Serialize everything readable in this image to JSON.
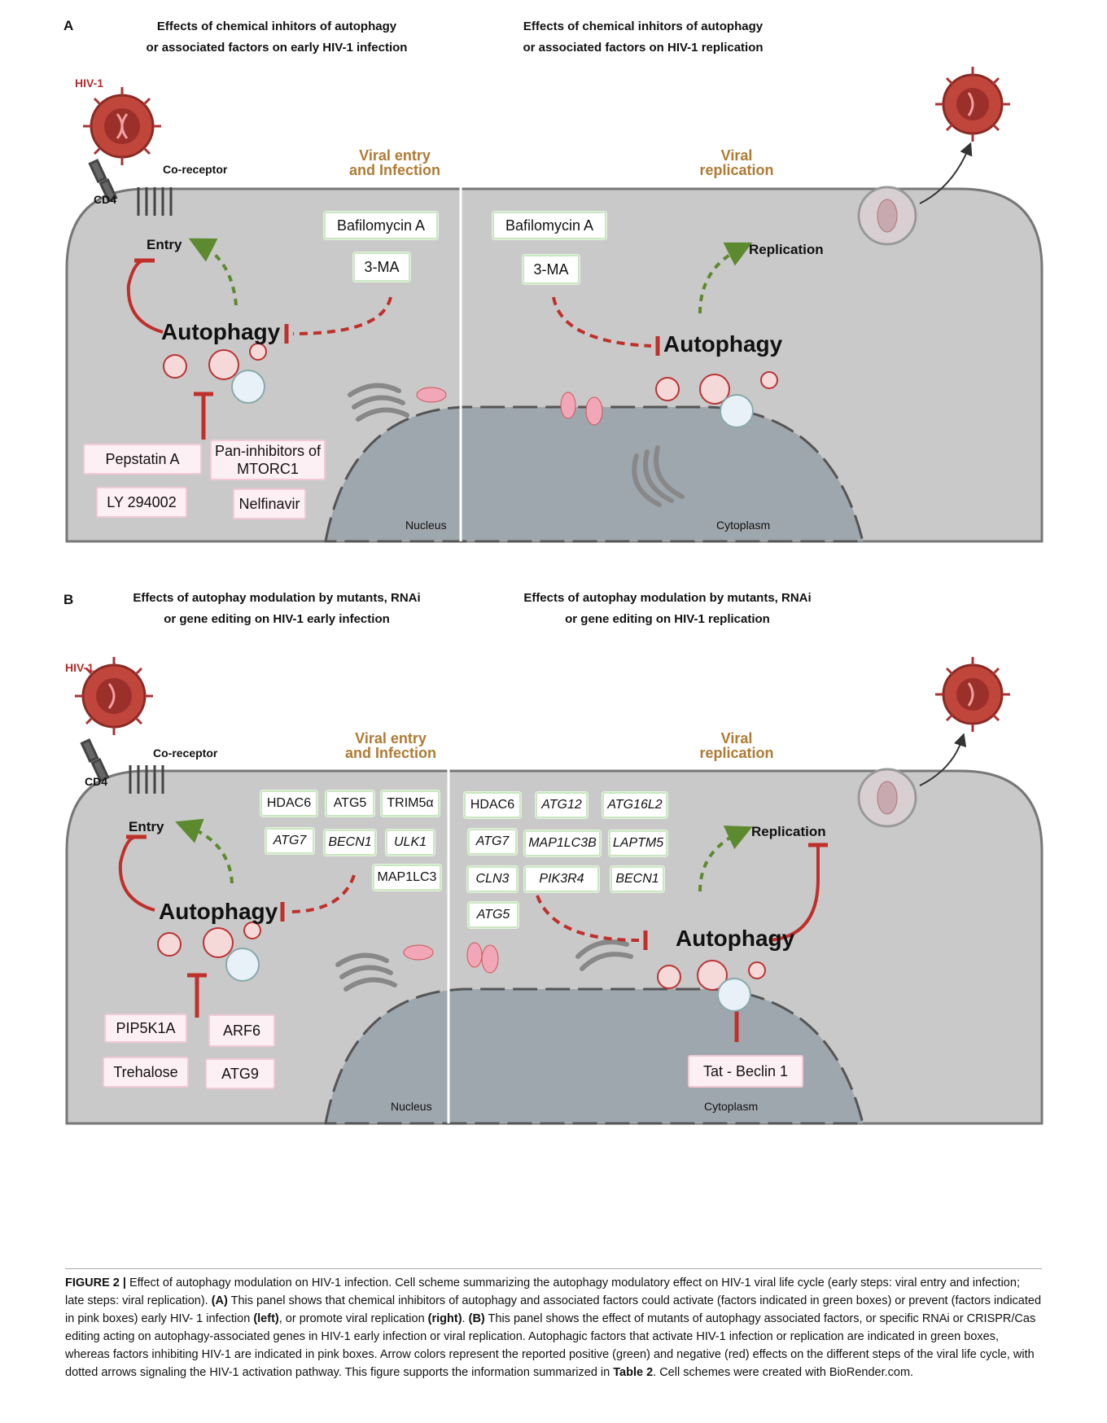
{
  "panel_a": {
    "letter": "A",
    "left_title": [
      "Effects of chemical inhitors of autophagy",
      "or associated factors on early HIV-1 infection"
    ],
    "right_title": [
      "Effects of chemical inhitors of autophagy",
      "or associated factors on HIV-1 replication"
    ],
    "hiv_label": "HIV-1",
    "coreceptor": "Co-receptor",
    "cd4": "CD4",
    "viral_entry": [
      "Viral entry",
      "and Infection"
    ],
    "viral_replication": [
      "Viral",
      "replication"
    ],
    "entry": "Entry",
    "replication": "Replication",
    "autophagy": "Autophagy",
    "nucleus": "Nucleus",
    "cytoplasm": "Cytoplasm",
    "left_green": [
      "Bafilomycin A",
      "3-MA"
    ],
    "left_pink": [
      "Pepstatin A",
      "Pan-inhibitors of MTORC1",
      "LY 294002",
      "Nelfinavir"
    ],
    "right_green": [
      "Bafilomycin A",
      "3-MA"
    ]
  },
  "panel_b": {
    "letter": "B",
    "left_title": [
      "Effects of autophay modulation by mutants, RNAi",
      "or gene editing on HIV-1 early infection"
    ],
    "right_title": [
      "Effects of autophay modulation by mutants, RNAi",
      "or gene editing on HIV-1 replication"
    ],
    "hiv_label": "HIV-1",
    "coreceptor": "Co-receptor",
    "cd4": "CD4",
    "viral_entry": [
      "Viral entry",
      "and Infection"
    ],
    "viral_replication": [
      "Viral",
      "replication"
    ],
    "entry": "Entry",
    "replication": "Replication",
    "autophagy": "Autophagy",
    "nucleus": "Nucleus",
    "cytoplasm": "Cytoplasm",
    "left_green": [
      "HDAC6",
      "ATG5",
      "TRIM5α",
      "ATG7",
      "BECN1",
      "ULK1",
      "MAP1LC3"
    ],
    "left_pink": [
      "PIP5K1A",
      "ARF6",
      "Trehalose",
      "ATG9"
    ],
    "right_green": [
      "HDAC6",
      "ATG12",
      "ATG16L2",
      "ATG7",
      "MAP1LC3B",
      "LAPTM5",
      "CLN3",
      "PIK3R4",
      "BECN1",
      "ATG5"
    ],
    "right_pink": [
      "Tat - Beclin 1"
    ]
  },
  "caption": {
    "label": "FIGURE 2 |",
    "s1": " Effect of autophagy modulation on HIV-1 infection. Cell scheme summarizing the autophagy modulatory effect on HIV-1 viral life cycle (early steps: viral entry and infection; late steps: viral replication). ",
    "a": "(A)",
    "s2": " This panel shows that chemical inhibitors of autophagy and associated factors could activate (factors indicated in green boxes) or prevent (factors indicated in pink boxes) early HIV- 1 infection ",
    "left": "(left)",
    "s3": ", or promote viral replication ",
    "right": "(right)",
    "s4": ". ",
    "b": "(B)",
    "s5": " This panel shows the effect of mutants of autophagy associated factors, or specific RNAi or CRISPR/Cas editing acting on autophagy-associated genes in HIV-1 early infection or viral replication. Autophagic factors that activate HIV-1 infection or replication are indicated in green boxes, whereas factors inhibiting HIV-1 are indicated in pink boxes. Arrow colors represent the reported positive (green) and negative (red) effects on the different steps of the viral life cycle, with dotted arrows signaling the HIV-1 activation pathway. This figure supports the information summarized in ",
    "table": "Table 2",
    "s6": ". Cell schemes were created with BioRender.com."
  }
}
